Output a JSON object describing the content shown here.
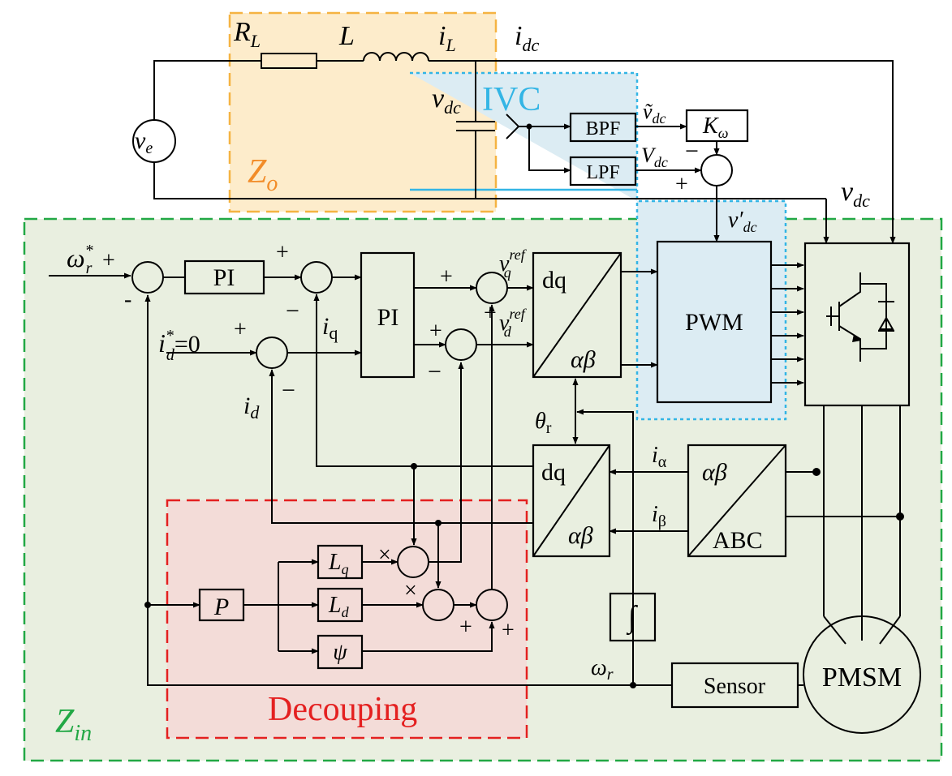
{
  "regions": {
    "zo": {
      "label_main": "Z",
      "label_sub": "o",
      "fill": "#fdeccb",
      "stroke": "#f5b342",
      "label_color": "#f28c28"
    },
    "ivc": {
      "label": "IVC",
      "fill": "#dcecf3",
      "stroke": "#33b5e5",
      "label_color": "#33b5e5"
    },
    "zin": {
      "label_main": "Z",
      "label_sub": "in",
      "fill": "#e9efe0",
      "stroke": "#22a845",
      "label_color": "#22a845"
    },
    "decoupling": {
      "label": "Decouping",
      "fill": "#f3dcd8",
      "stroke": "#e42020",
      "label_color": "#e42020"
    }
  },
  "blocks": {
    "pi_speed": "PI",
    "pi_current": "PI",
    "bpf": "BPF",
    "lpf": "LPF",
    "k_main": "K",
    "k_sub": "ω",
    "pwm": "PWM",
    "dq_top": "dq",
    "ab_top": "αβ",
    "dq_low": "dq",
    "ab_low": "αβ",
    "ab_abc_top": "αβ",
    "ab_abc_bot": "ABC",
    "p_block": "P",
    "lq_main": "L",
    "lq_sub": "q",
    "ld_main": "L",
    "ld_sub": "d",
    "psi": "ψ",
    "integrator": "∫",
    "sensor": "Sensor",
    "motor": "PMSM",
    "source_main": "v",
    "source_sub": "e"
  },
  "labels": {
    "rl_main": "R",
    "rl_sub": "L",
    "l": "L",
    "il_main": "i",
    "il_sub": "L",
    "idc_main": "i",
    "idc_sub": "dc",
    "vdc_cap_main": "v",
    "vdc_cap_sub": "dc",
    "vdc_right_main": "v",
    "vdc_right_sub": "dc",
    "vtilde_main": "ṽ",
    "vtilde_sub": "dc",
    "vbig_main": "V",
    "vbig_sub": "dc",
    "vprime_main": "v′",
    "vprime_sub": "dc",
    "wr_star_main": "ω",
    "wr_star_sup": "*",
    "wr_star_sub": "r",
    "id_star_main": "i",
    "id_star_sup": "*",
    "id_star_sub": "d",
    "id_star_eq": "=0",
    "iq_main": "i",
    "iq_sub": "q",
    "id_main": "i",
    "id_sub": "d",
    "vq_main": "v",
    "vq_sup": "ref",
    "vq_sub": "q",
    "vd_main": "v",
    "vd_sup": "ref",
    "vd_sub": "d",
    "theta_main": "θ",
    "theta_sub": "r",
    "ialpha_main": "i",
    "ialpha_sub": "α",
    "ibeta_main": "i",
    "ibeta_sub": "β",
    "wr_main": "ω",
    "wr_sub": "r",
    "plus": "+",
    "minus": "−",
    "dash": "-",
    "times": "×"
  }
}
